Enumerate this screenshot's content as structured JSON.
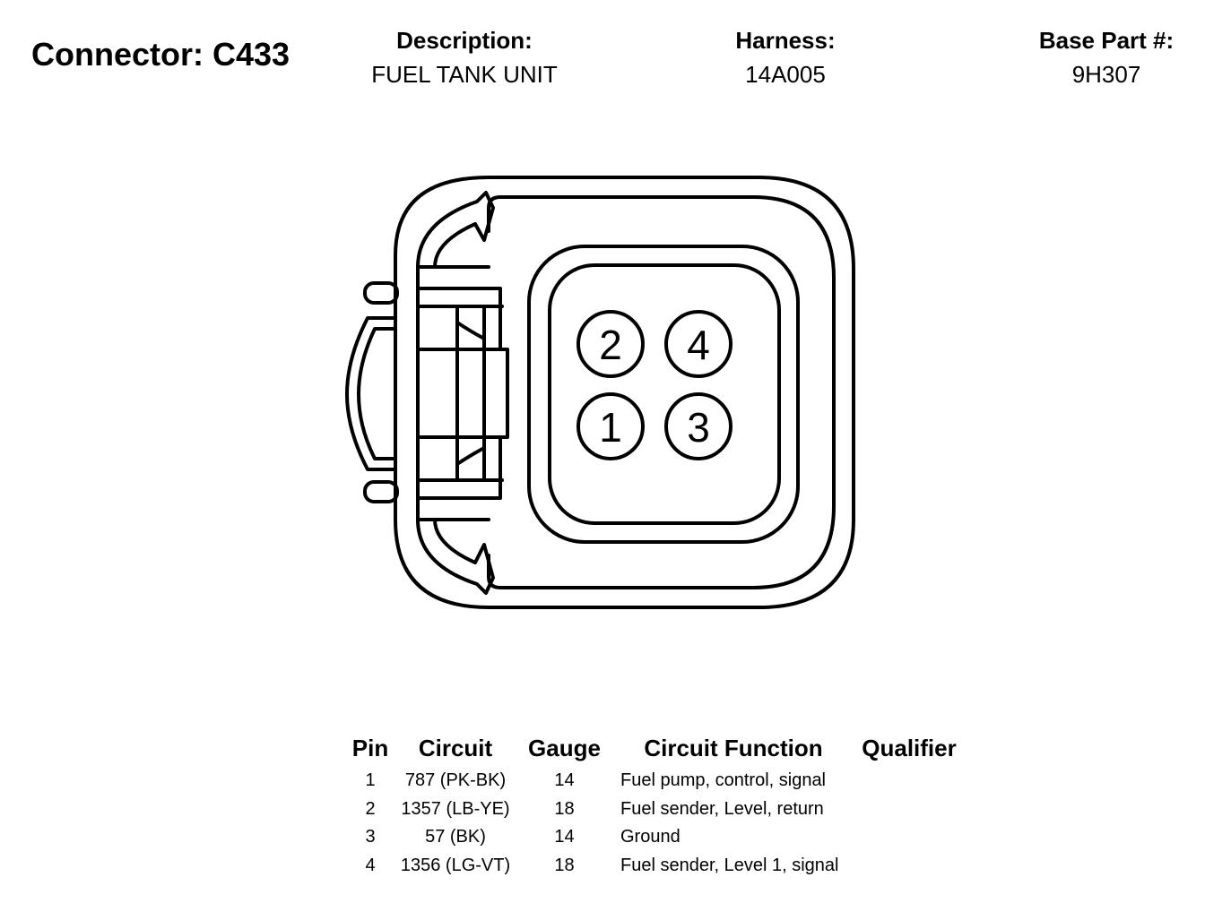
{
  "header": {
    "connector": "Connector: C433",
    "description_label": "Description:",
    "description_value": "FUEL TANK UNIT",
    "harness_label": "Harness:",
    "harness_value": "14A005",
    "basepart_label": "Base Part #:",
    "basepart_value": "9H307"
  },
  "connector_pins": {
    "top_left": "2",
    "top_right": "4",
    "bottom_left": "1",
    "bottom_right": "3"
  },
  "table": {
    "headers": {
      "pin": "Pin",
      "circuit": "Circuit",
      "gauge": "Gauge",
      "function": "Circuit Function",
      "qualifier": "Qualifier"
    },
    "rows": [
      {
        "pin": "1",
        "circuit": "787 (PK-BK)",
        "gauge": "14",
        "function": "Fuel pump, control, signal",
        "qualifier": ""
      },
      {
        "pin": "2",
        "circuit": "1357 (LB-YE)",
        "gauge": "18",
        "function": "Fuel sender, Level, return",
        "qualifier": ""
      },
      {
        "pin": "3",
        "circuit": "57 (BK)",
        "gauge": "14",
        "function": "Ground",
        "qualifier": ""
      },
      {
        "pin": "4",
        "circuit": "1356 (LG-VT)",
        "gauge": "18",
        "function": "Fuel sender, Level 1, signal",
        "qualifier": ""
      }
    ]
  },
  "colors": {
    "line": "#000000",
    "background": "#ffffff"
  }
}
